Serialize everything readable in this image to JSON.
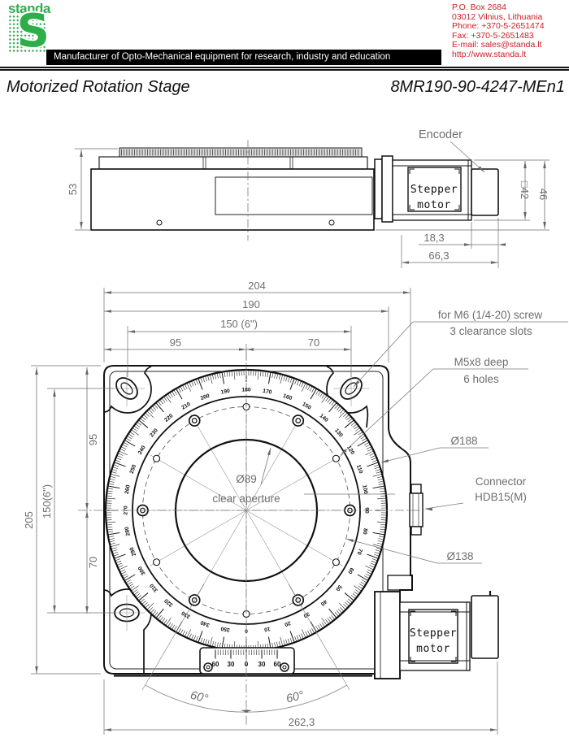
{
  "header": {
    "logo_text": "standa",
    "logo_s": "S",
    "tagline": "Manufacturer of Opto-Mechanical equipment for research, industry and education",
    "contact_lines": [
      "P.O. Box 2684",
      "03012 Vilnius, Lithuania",
      "Phone: +370-5-2651474",
      "Fax: +370-5-2651483",
      "E-mail: sales@standa.lt",
      "http://www.standa.lt"
    ],
    "colors": {
      "green": "#2eae4b",
      "red": "#cb2026",
      "black": "#000000"
    }
  },
  "title": {
    "product": "Motorized Rotation Stage",
    "model": "8MR190-90-4247-MEn1"
  },
  "side_view": {
    "labels": {
      "encoder": "Encoder",
      "motor_line1": "Stepper",
      "motor_line2": "motor"
    },
    "dims": {
      "height": "53",
      "motor_square": "□42",
      "total_height": "46",
      "encoder_len": "18,3",
      "motor_len": "66,3"
    }
  },
  "top_view": {
    "dims": {
      "width": "204",
      "mount_width": "190",
      "slot_span": "150 (6\")",
      "left_w": "95",
      "right_w": "70",
      "height": "205",
      "slot_span_v": "150(6\")",
      "top_h": "95",
      "bottom_h": "70",
      "total_len": "262,3",
      "angle_left": "60°",
      "angle_right": "60°"
    },
    "labels": {
      "m6_line1": "for M6 (1/4-20) screw",
      "m6_line2": "3 clearance slots",
      "m5_line1": "M5x8 deep",
      "m5_line2": "6 holes",
      "d188": "Ø188",
      "conn_line1": "Connector",
      "conn_line2": "HDB15(M)",
      "d138": "Ø138",
      "aperture_line1": "Ø89",
      "aperture_line2": "clear aperture",
      "motor_line1": "Stepper",
      "motor_line2": "motor"
    },
    "dial": {
      "step_deg": 10,
      "labels": [
        "0",
        "10",
        "20",
        "30",
        "40",
        "50",
        "60",
        "70",
        "80",
        "90",
        "100",
        "110",
        "120",
        "130",
        "140",
        "150",
        "160",
        "170",
        "180",
        "190",
        "200",
        "210",
        "220",
        "230",
        "240",
        "250",
        "260",
        "270",
        "280",
        "290",
        "300",
        "310",
        "320",
        "330",
        "340",
        "350"
      ],
      "vernier": [
        "60",
        "30",
        "0",
        "30",
        "60"
      ]
    }
  }
}
